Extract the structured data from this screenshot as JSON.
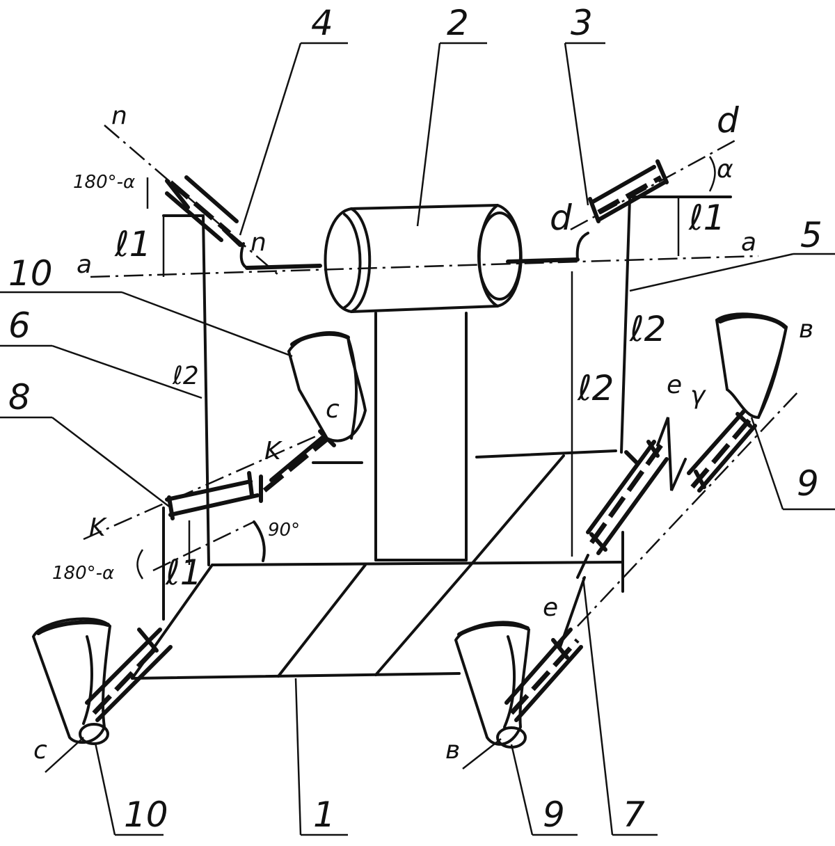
{
  "callouts": {
    "n1": "1",
    "n2": "2",
    "n3": "3",
    "n4": "4",
    "n5": "5",
    "n6": "6",
    "n7": "7",
    "n8": "8",
    "n9a": "9",
    "n9b": "9",
    "n10a": "10",
    "n10b": "10"
  },
  "labels": {
    "angle_left_top": "180°-α",
    "angle_left_bottom": "180°-α",
    "angle_right_top": "α",
    "angle_90": "90°",
    "gamma": "γ",
    "l1_left": "ℓ1",
    "l1_right": "ℓ1",
    "l1_lower": "ℓ1",
    "l2_left": "ℓ2",
    "l2_center": "ℓ2",
    "l2_right": "ℓ2",
    "axis_a_left": "a",
    "axis_a_right": "a",
    "axis_n_top": "n",
    "axis_n_bot": "n",
    "axis_d_top": "d",
    "axis_d_mid": "d",
    "axis_k_1": "K",
    "axis_k_2": "K",
    "axis_c_1": "c",
    "axis_c_2": "c",
    "axis_b_1": "в",
    "axis_b_2": "в",
    "axis_e_1": "e",
    "axis_e_2": "e"
  }
}
